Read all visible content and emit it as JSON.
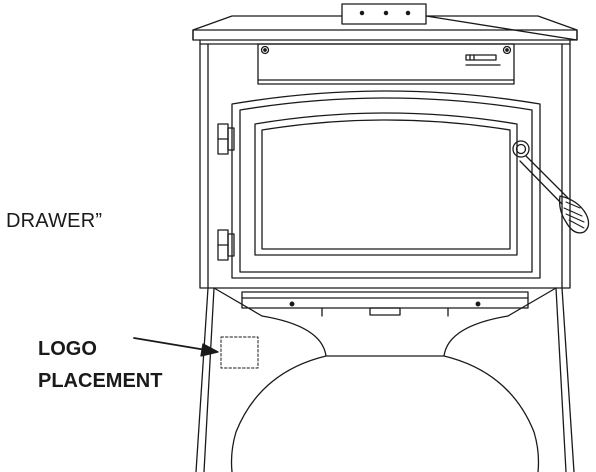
{
  "labels": {
    "drawer": "DRAWER”",
    "logo_line1": "LOGO",
    "logo_line2": "PLACEMENT"
  },
  "colors": {
    "line": "#1a1a1a",
    "background": "#ffffff"
  }
}
